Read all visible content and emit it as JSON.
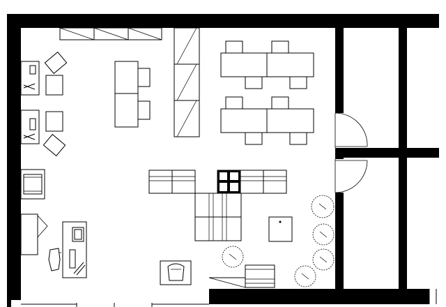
{
  "plan": {
    "type": "office floor plan",
    "colors": {
      "wall": "#000000",
      "line": "#000000",
      "background": "#ffffff"
    },
    "elements": [
      "outer-walls",
      "interior-walls",
      "doors",
      "window-storage-cabinets",
      "tall-storage-cabinets",
      "meeting-table-4-seat-top",
      "meeting-table-4-seat-bottom",
      "workstation-desks-left",
      "sofa-seating-group",
      "storage-box-units",
      "reception-desk",
      "lounge-chair",
      "side-cabinet",
      "potted-plants"
    ]
  }
}
